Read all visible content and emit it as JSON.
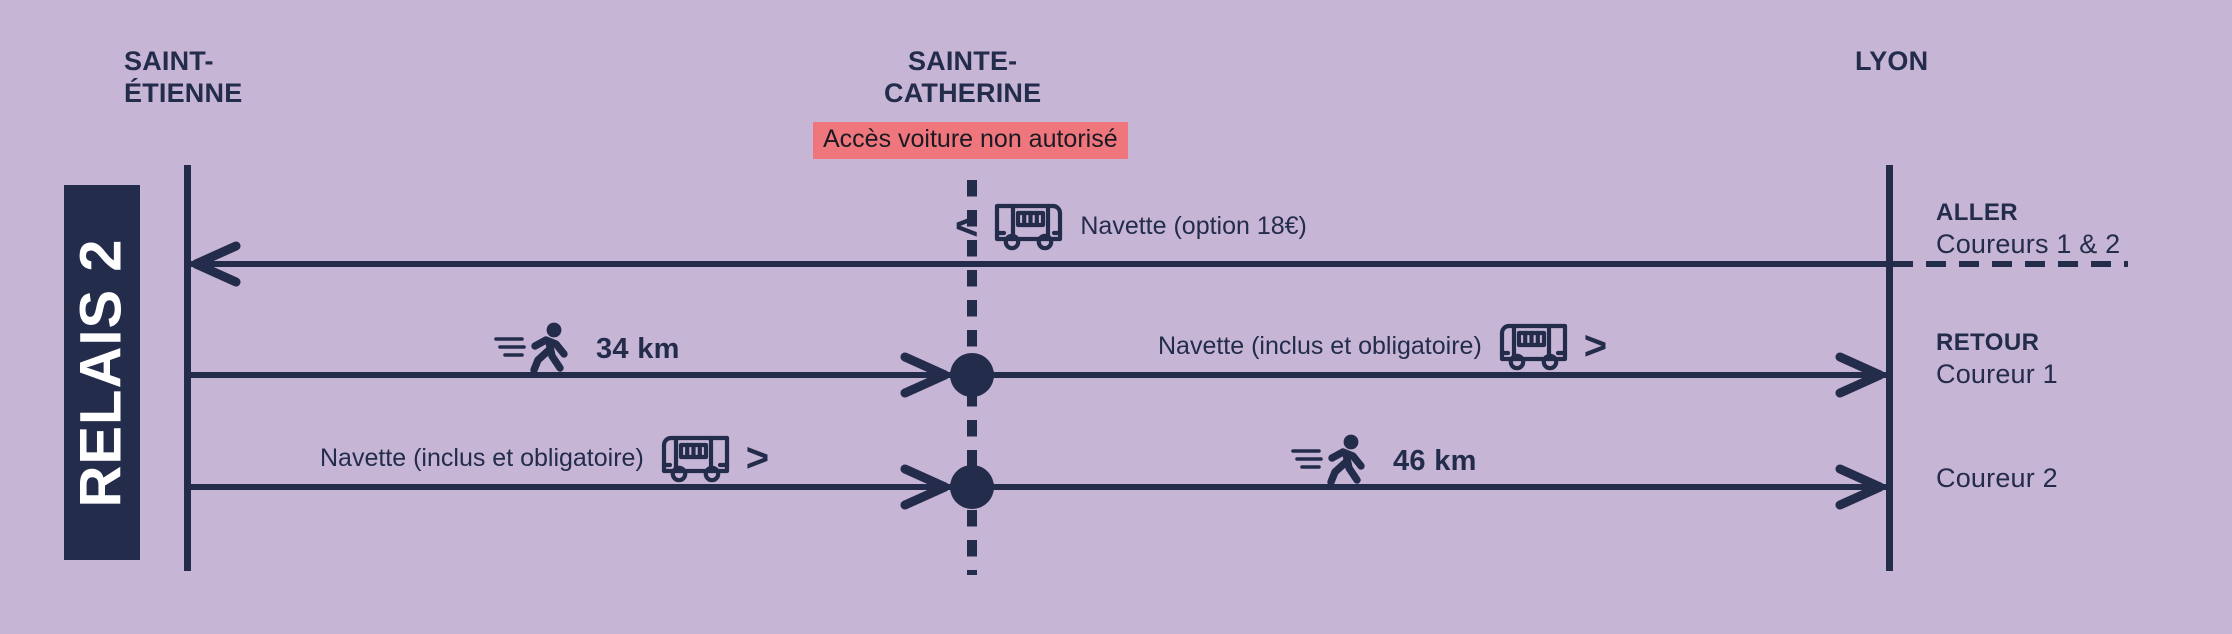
{
  "banner": {
    "label": "RELAIS 2"
  },
  "colors": {
    "background": "#c7b5d6",
    "ink": "#242c4b",
    "warning": "#f0767d",
    "banner_text": "#ffffff"
  },
  "stations": [
    {
      "id": "saint-etienne",
      "line1": "SAINT-",
      "line2": "ÉTIENNE"
    },
    {
      "id": "sainte-catherine",
      "line1": "SAINTE-",
      "line2": "CATHERINE"
    },
    {
      "id": "lyon",
      "line1": "LYON",
      "line2": ""
    }
  ],
  "warning_badge": {
    "text": "Accès voiture non autorisé"
  },
  "labels": {
    "shuttle_aller": {
      "text": "Navette (option 18€)",
      "chevron": "<",
      "icon": "bus-icon"
    },
    "run_34": {
      "distance": "34 km",
      "icon": "runner-icon"
    },
    "shuttle_r1": {
      "text": "Navette (inclus et obligatoire)",
      "chevron": ">",
      "icon": "bus-icon"
    },
    "shuttle_r2": {
      "text": "Navette (inclus et obligatoire)",
      "chevron": ">",
      "icon": "bus-icon"
    },
    "run_46": {
      "distance": "46 km",
      "icon": "runner-icon"
    }
  },
  "legs": [
    {
      "id": "aller",
      "title": "ALLER",
      "subtitle": "Coureurs 1 & 2"
    },
    {
      "id": "retour",
      "title": "RETOUR",
      "subtitle": "Coureur 1"
    },
    {
      "id": "c2",
      "title": "",
      "subtitle": "Coureur 2"
    }
  ]
}
